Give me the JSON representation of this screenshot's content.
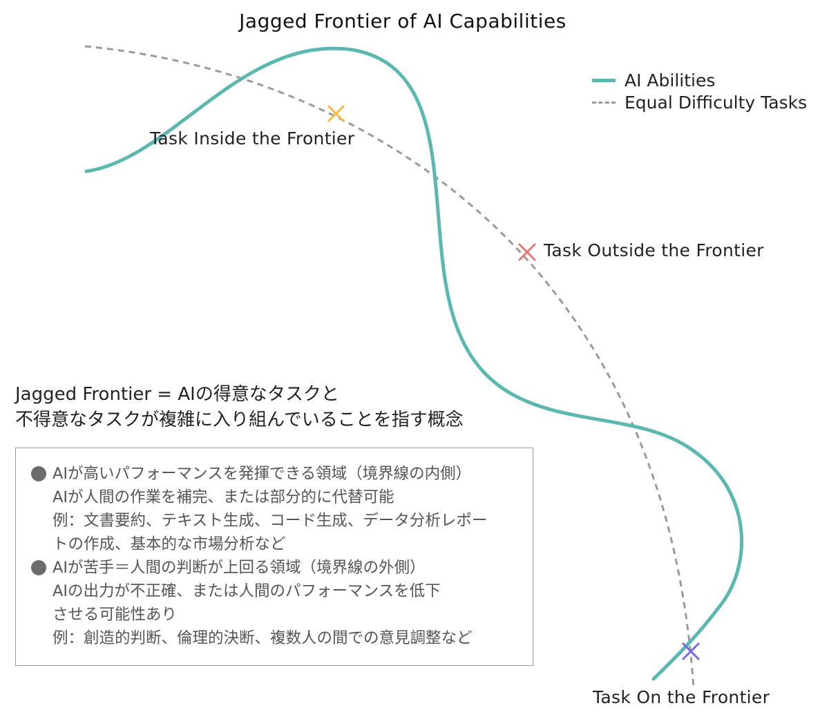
{
  "title": "Jagged Frontier of AI Capabilities",
  "legend": {
    "solid": {
      "label": "AI Abilities",
      "color": "#5bb8b0"
    },
    "dashed": {
      "label": "Equal Difficulty Tasks",
      "color": "#9a9a9a"
    }
  },
  "points": {
    "inside": {
      "label": "Task Inside the Frontier",
      "color": "#f5b942"
    },
    "outside": {
      "label": "Task Outside the Frontier",
      "color": "#e27a70"
    },
    "on": {
      "label": "Task On the Frontier",
      "color": "#7b68e0"
    }
  },
  "definition": {
    "line1": "Jagged Frontier = AIの得意なタスクと",
    "line2": "不得意なタスクが複雑に入り組んでいることを指す概念"
  },
  "box": {
    "good": {
      "heading": "AIが高いパフォーマンスを発揮できる領域（境界線の内側）",
      "line1": "AIが人間の作業を補完、または部分的に代替可能",
      "line2": "例：文書要約、テキスト生成、コード生成、データ分析レポー",
      "line3": "トの作成、基本的な市場分析など"
    },
    "bad": {
      "heading": "AIが苦手＝人間の判断が上回る領域（境界線の外側）",
      "line1": "AIの出力が不正確、または人間のパフォーマンスを低下",
      "line2": "させる可能性あり",
      "line3": "例：創造的判断、倫理的決断、複数人の間での意見調整など"
    }
  }
}
